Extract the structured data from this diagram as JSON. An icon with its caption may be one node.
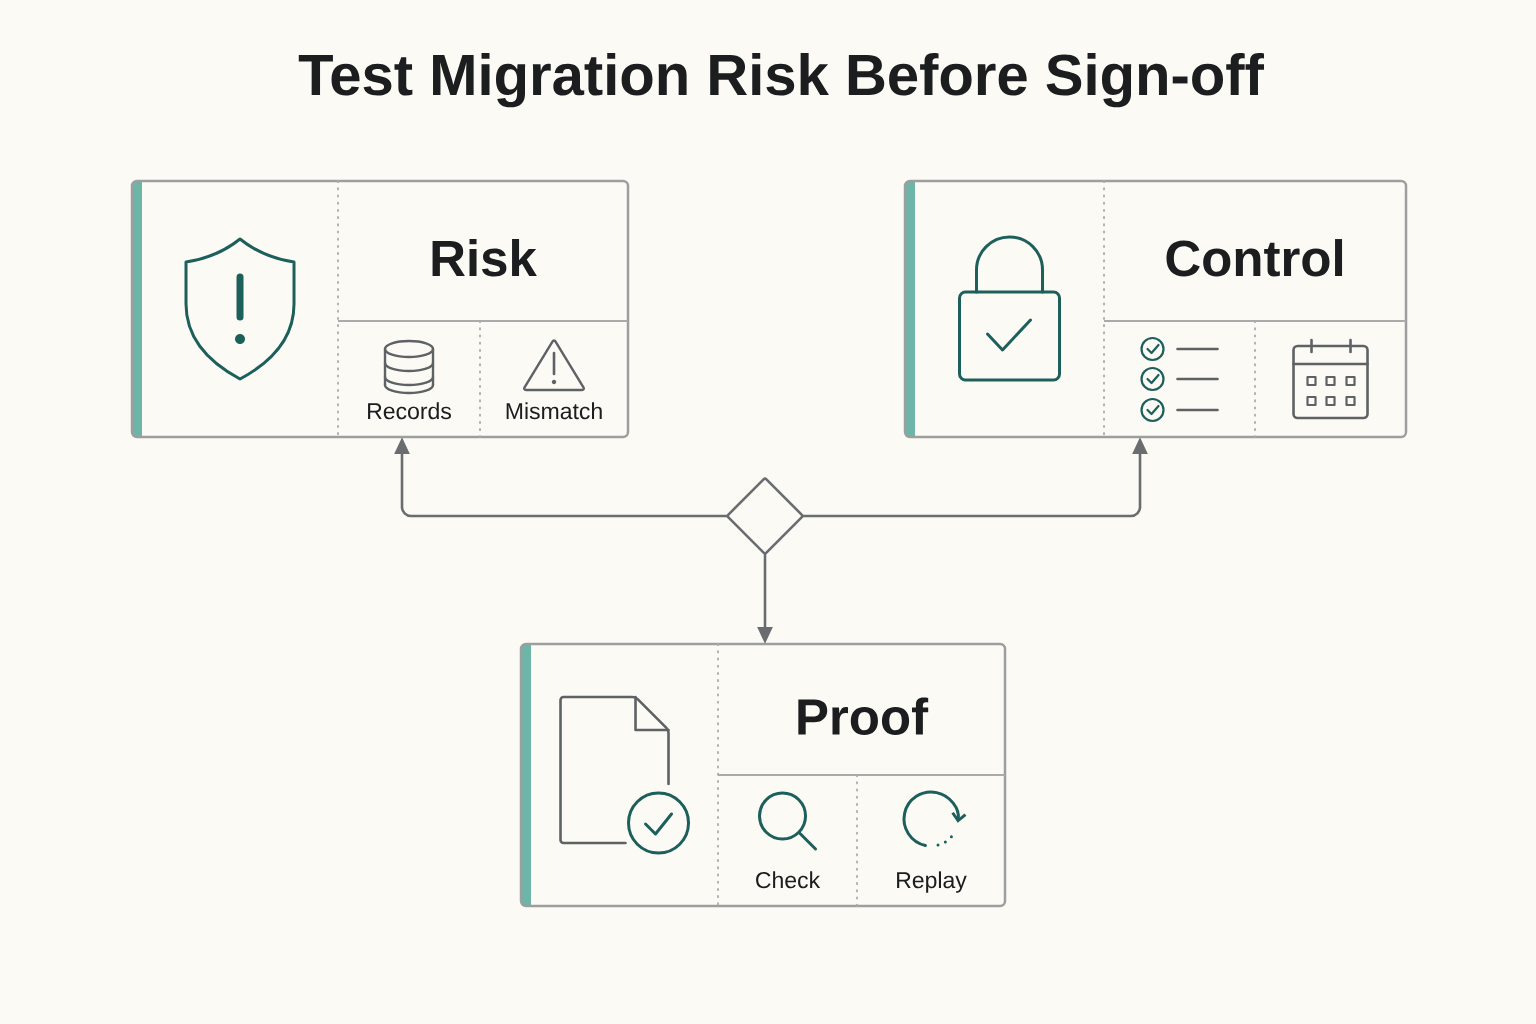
{
  "diagram": {
    "title": "Test Migration Risk Before Sign-off",
    "nodes": [
      {
        "text": [
          "Risk",
          "Records",
          "Mismatch"
        ]
      },
      {
        "text": [
          "Control"
        ]
      },
      {
        "text": [],
        "shape": "diamond"
      },
      {
        "text": [
          "Proof",
          "Check",
          "Replay"
        ]
      }
    ],
    "edges": [
      {
        "from": 2,
        "to": 0,
        "arrow": "to"
      },
      {
        "from": 2,
        "to": 1,
        "arrow": "to"
      },
      {
        "from": 2,
        "to": 3,
        "arrow": "to"
      }
    ]
  }
}
